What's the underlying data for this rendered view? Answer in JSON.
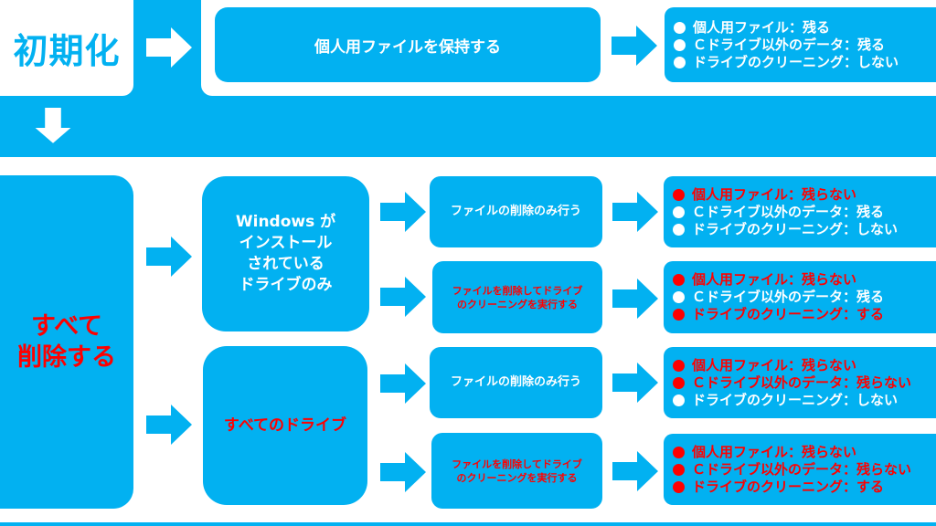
{
  "colors": {
    "primary": "#02b1f1",
    "accent_red": "#fe0000",
    "text_white": "#ffffff"
  },
  "init": {
    "label": "初期化",
    "keep_files": {
      "label": "個人用ファイルを保持する",
      "results": [
        {
          "text": "個人用ファイル：残る",
          "state": "white"
        },
        {
          "text": "Ｃドライブ以外のデータ：残る",
          "state": "white"
        },
        {
          "text": "ドライブのクリーニング：しない",
          "state": "white"
        }
      ]
    }
  },
  "delete_all": {
    "label_line1": "すべて",
    "label_line2": "削除する",
    "scopes": [
      {
        "label_lines": [
          "Windows が",
          "インストール",
          "されている",
          "ドライブのみ"
        ],
        "label_color": "white",
        "actions": [
          {
            "label_lines": [
              "ファイルの削除のみ行う"
            ],
            "label_color": "white",
            "results": [
              {
                "text": "個人用ファイル：残らない",
                "state": "red"
              },
              {
                "text": "Ｃドライブ以外のデータ：残る",
                "state": "white"
              },
              {
                "text": "ドライブのクリーニング：しない",
                "state": "white"
              }
            ]
          },
          {
            "label_lines": [
              "ファイルを削除してドライブ",
              "のクリーニングを実行する"
            ],
            "label_color": "red",
            "results": [
              {
                "text": "個人用ファイル：残らない",
                "state": "red"
              },
              {
                "text": "Ｃドライブ以外のデータ：残る",
                "state": "white"
              },
              {
                "text": "ドライブのクリーニング：する",
                "state": "red"
              }
            ]
          }
        ]
      },
      {
        "label_lines": [
          "すべてのドライブ"
        ],
        "label_color": "red",
        "actions": [
          {
            "label_lines": [
              "ファイルの削除のみ行う"
            ],
            "label_color": "white",
            "results": [
              {
                "text": "個人用ファイル：残らない",
                "state": "red"
              },
              {
                "text": "Ｃドライブ以外のデータ：残らない",
                "state": "red"
              },
              {
                "text": "ドライブのクリーニング：しない",
                "state": "white"
              }
            ]
          },
          {
            "label_lines": [
              "ファイルを削除してドライブ",
              "のクリーニングを実行する"
            ],
            "label_color": "red",
            "results": [
              {
                "text": "個人用ファイル：残らない",
                "state": "red"
              },
              {
                "text": "Ｃドライブ以外のデータ：残らない",
                "state": "red"
              },
              {
                "text": "ドライブのクリーニング：する",
                "state": "red"
              }
            ]
          }
        ]
      }
    ]
  }
}
